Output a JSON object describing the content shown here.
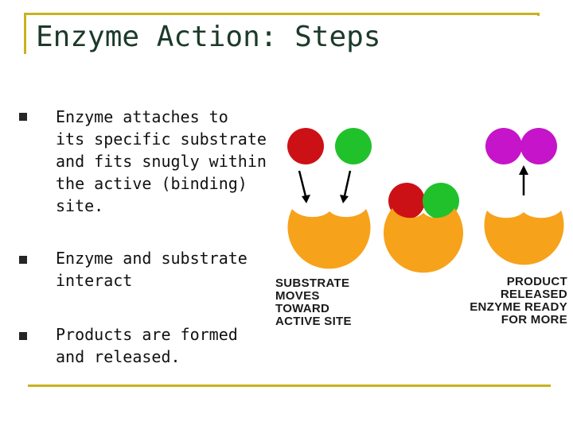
{
  "slide": {
    "title": "Enzyme Action: Steps",
    "bullets": [
      {
        "lines": [
          "Enzyme attaches to",
          "its specific substrate",
          "and fits snugly within",
          "the active (binding)",
          "site."
        ]
      },
      {
        "lines": [
          "Enzyme and substrate",
          "interact"
        ]
      },
      {
        "lines": [
          "Products are formed",
          "and released."
        ]
      }
    ]
  },
  "diagram": {
    "captions": {
      "left": [
        "SUBSTRATE",
        "MOVES",
        "TOWARD",
        "ACTIVE SITE"
      ],
      "right": [
        "PRODUCT",
        "RELEASED",
        "ENZYME READY",
        "FOR MORE"
      ]
    },
    "colors": {
      "enzyme": "#f7a21b",
      "substrate_red": "#cc1116",
      "substrate_green": "#21c12c",
      "product": "#c514c9",
      "frame": "#c9b21f"
    }
  }
}
